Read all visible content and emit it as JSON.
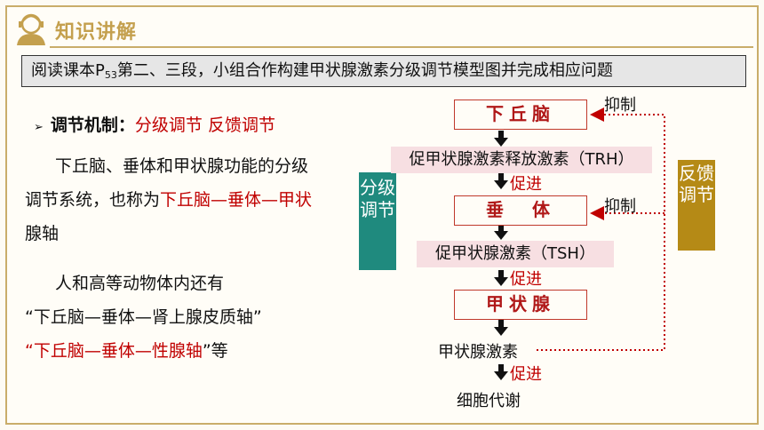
{
  "header": {
    "title": "知识讲解"
  },
  "task": {
    "text_before": "阅读课本P",
    "subscript": "53",
    "text_after": "第二、三段，小组合作构建甲状腺激素分级调节模型图并完成相应问题"
  },
  "left": {
    "bullet_label": "调节机制：",
    "bullet_value": "分级调节  反馈调节",
    "para1_line1": "下丘脑、垂体和甲状腺功能的分级",
    "para1_line2_plain": "调节系统，也称为",
    "para1_line2_red": "下丘脑—垂体—甲状",
    "para1_line3_red": "腺轴",
    "para2_line1": "人和高等动物体内还有",
    "para2_line2": "“下丘脑—垂体—肾上腺皮质轴”",
    "para2_line3_red": "“下丘脑—垂体—性腺轴",
    "para2_line3_plain": "”等"
  },
  "diagram": {
    "label_graded": "分级调节",
    "label_feedback": "反馈调节",
    "node_hypothalamus": "下丘脑",
    "node_pituitary": "垂　体",
    "node_thyroid": "甲状腺",
    "hormone_trh": "促甲状腺激素释放激素（TRH）",
    "hormone_tsh": "促甲状腺激素（TSH）",
    "thyroid_hormone": "甲状腺激素",
    "metabolism": "细胞代谢",
    "promote": "促进",
    "inhibit": "抑制"
  }
}
